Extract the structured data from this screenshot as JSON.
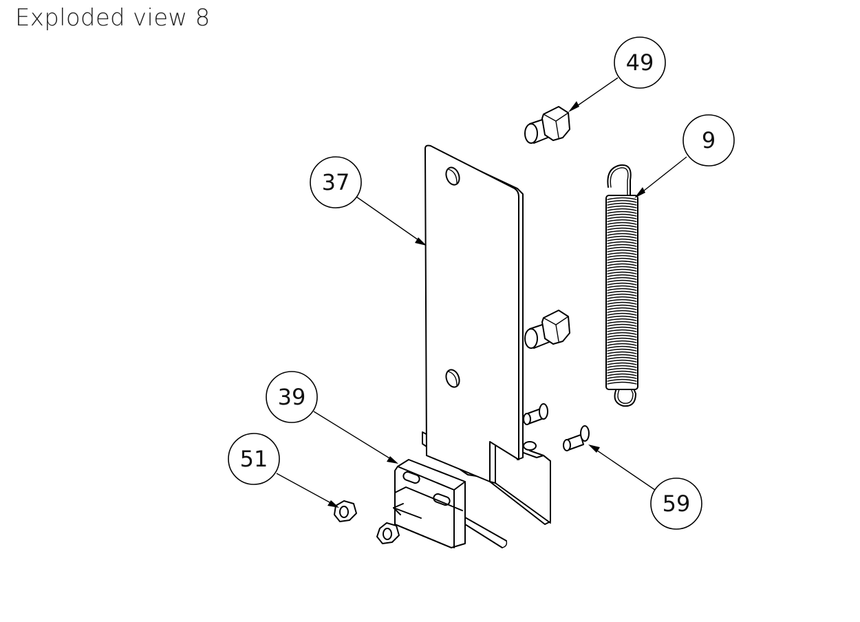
{
  "title": "Exploded view 8",
  "balloons": {
    "b49": "49",
    "b9": "9",
    "b37": "37",
    "b39": "39",
    "b51": "51",
    "b59": "59"
  }
}
